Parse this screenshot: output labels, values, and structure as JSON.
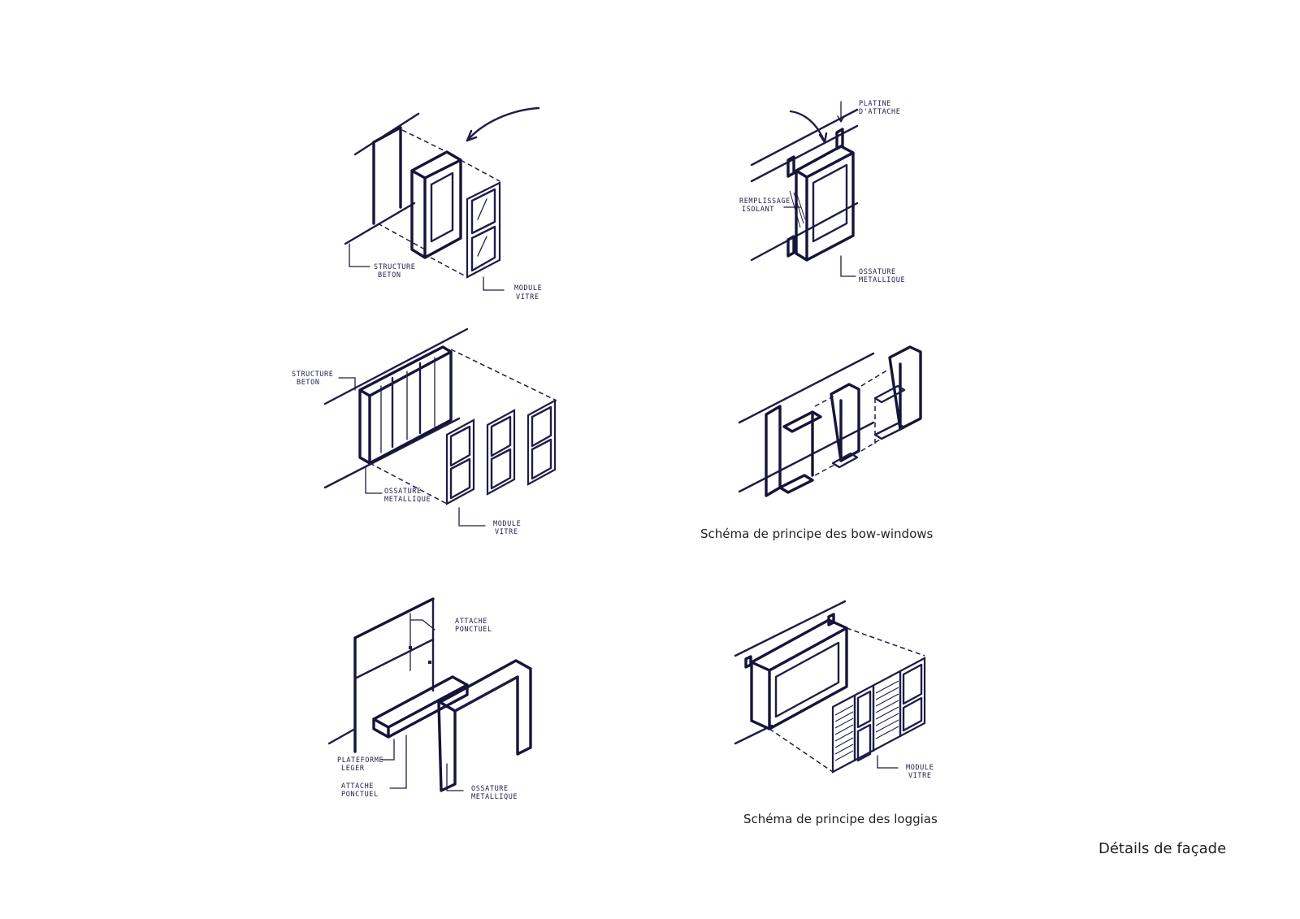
{
  "sketches": {
    "glazed_module": {
      "label_structure_line1": "STRUCTURE",
      "label_structure_line2": "BETON",
      "label_module_line1": "MODULE",
      "label_module_line2": "VITRE"
    },
    "bow_window_attachment": {
      "label_platine_line1": "PLATINE",
      "label_platine_line2": "D'ATTACHE",
      "label_remplissage_line1": "REMPLISSAGE",
      "label_remplissage_line2": "ISOLANT",
      "label_ossature_line1": "OSSATURE",
      "label_ossature_line2": "METALLIQUE"
    },
    "triple_module": {
      "label_structure_line1": "STRUCTURE",
      "label_structure_line2": "BETON",
      "label_ossature_line1": "OSSATURE",
      "label_ossature_line2": "METALLIQUE",
      "label_module_line1": "MODULE",
      "label_module_line2": "VITRE"
    },
    "loggia_frame": {
      "label_attache_line1": "ATTACHE",
      "label_attache_line2": "PONCTUEL",
      "label_plateforme_line1": "PLATEFORME",
      "label_plateforme_line2": "LEGER",
      "label_attache2_line1": "ATTACHE",
      "label_attache2_line2": "PONCTUEL",
      "label_ossature_line1": "OSSATURE",
      "label_ossature_line2": "METALLIQUE"
    },
    "loggia_shutters": {
      "label_module_line1": "MODULE",
      "label_module_line2": "VITRE"
    }
  },
  "captions": {
    "bow_windows": "Schéma de principe des bow-windows",
    "loggias": "Schéma de principe des loggias"
  },
  "page_title": "Détails de façade"
}
